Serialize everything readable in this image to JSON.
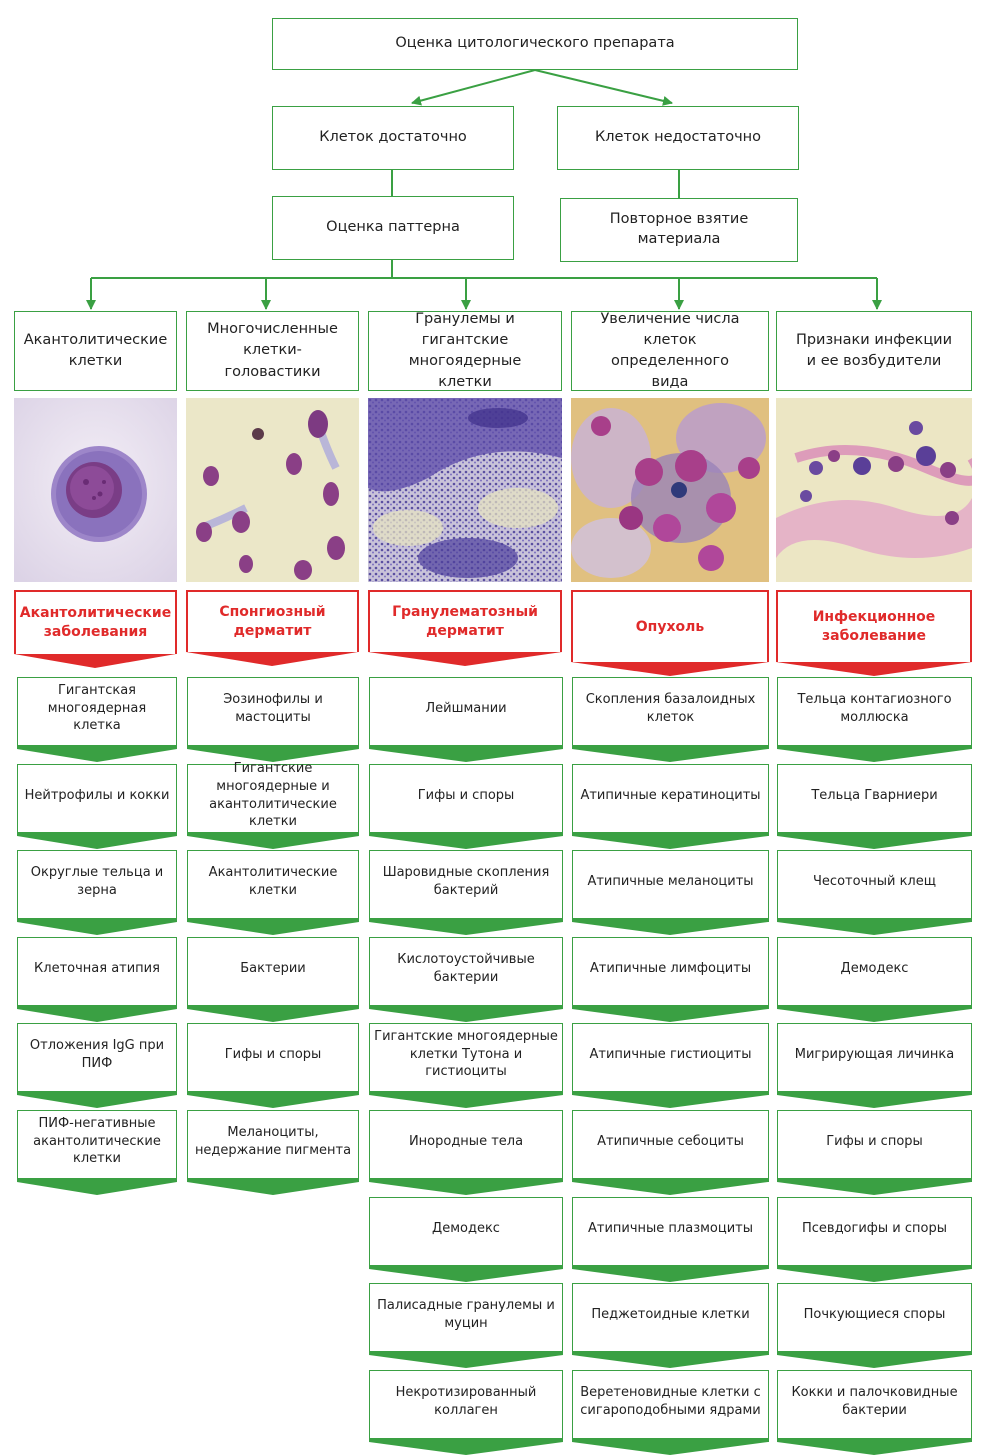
{
  "top": {
    "root": "Оценка цитологического препарата",
    "enough": "Клеток достаточно",
    "not_enough": "Клеток недостаточно",
    "pattern": "Оценка паттерна",
    "repeat": "Повторное взятие материала"
  },
  "columns": [
    {
      "header": "Акантолитические клетки",
      "disease": "Акантолитические заболевания",
      "items": [
        "Гигантская многоядерная клетка",
        "Нейтрофилы и кокки",
        "Округлые тельца и зерна",
        "Клеточная атипия",
        "Отложения IgG при ПИФ",
        "ПИФ-негативные акантолитические клетки"
      ]
    },
    {
      "header": "Многочисленные клетки-головастики",
      "disease": "Спонгиозный дерматит",
      "items": [
        "Эозинофилы и мастоциты",
        "Гигантские многоядерные и акантолитические клетки",
        "Акантолитические клетки",
        "Бактерии",
        "Гифы и споры",
        "Меланоциты, недержание пигмента"
      ]
    },
    {
      "header": "Гранулемы и гигантские многоядерные клетки",
      "disease": "Гранулематозный дерматит",
      "items": [
        "Лейшмании",
        "Гифы и споры",
        "Шаровидные скопления бактерий",
        "Кислотоустойчивые бактерии",
        "Гигантские многоядерные клетки Тутона и гистиоциты",
        "Инородные тела",
        "Демодекс",
        "Палисадные гранулемы и муцин",
        "Некротизированный коллаген"
      ]
    },
    {
      "header": "Увеличение числа клеток определенного вида",
      "disease": "Опухоль",
      "items": [
        "Скопления базалоидных клеток",
        "Атипичные кератиноциты",
        "Атипичные меланоциты",
        "Атипичные лимфоциты",
        "Атипичные гистиоциты",
        "Атипичные себоциты",
        "Атипичные плазмоциты",
        "Педжетоидные клетки",
        "Веретеновидные клетки с сигароподобными ядрами"
      ]
    },
    {
      "header": "Признаки инфекции и ее возбудители",
      "disease": "Инфекционное заболевание",
      "items": [
        "Тельца контагиозного моллюска",
        "Тельца Гварниери",
        "Чесоточный клещ",
        "Демодекс",
        "Мигрирующая личинка",
        "Гифы и споры",
        "Псевдогифы и споры",
        "Почкующиеся споры",
        "Кокки и палочковидные бактерии"
      ]
    }
  ],
  "colors": {
    "green": "#3aa043",
    "red": "#e02a2a"
  }
}
